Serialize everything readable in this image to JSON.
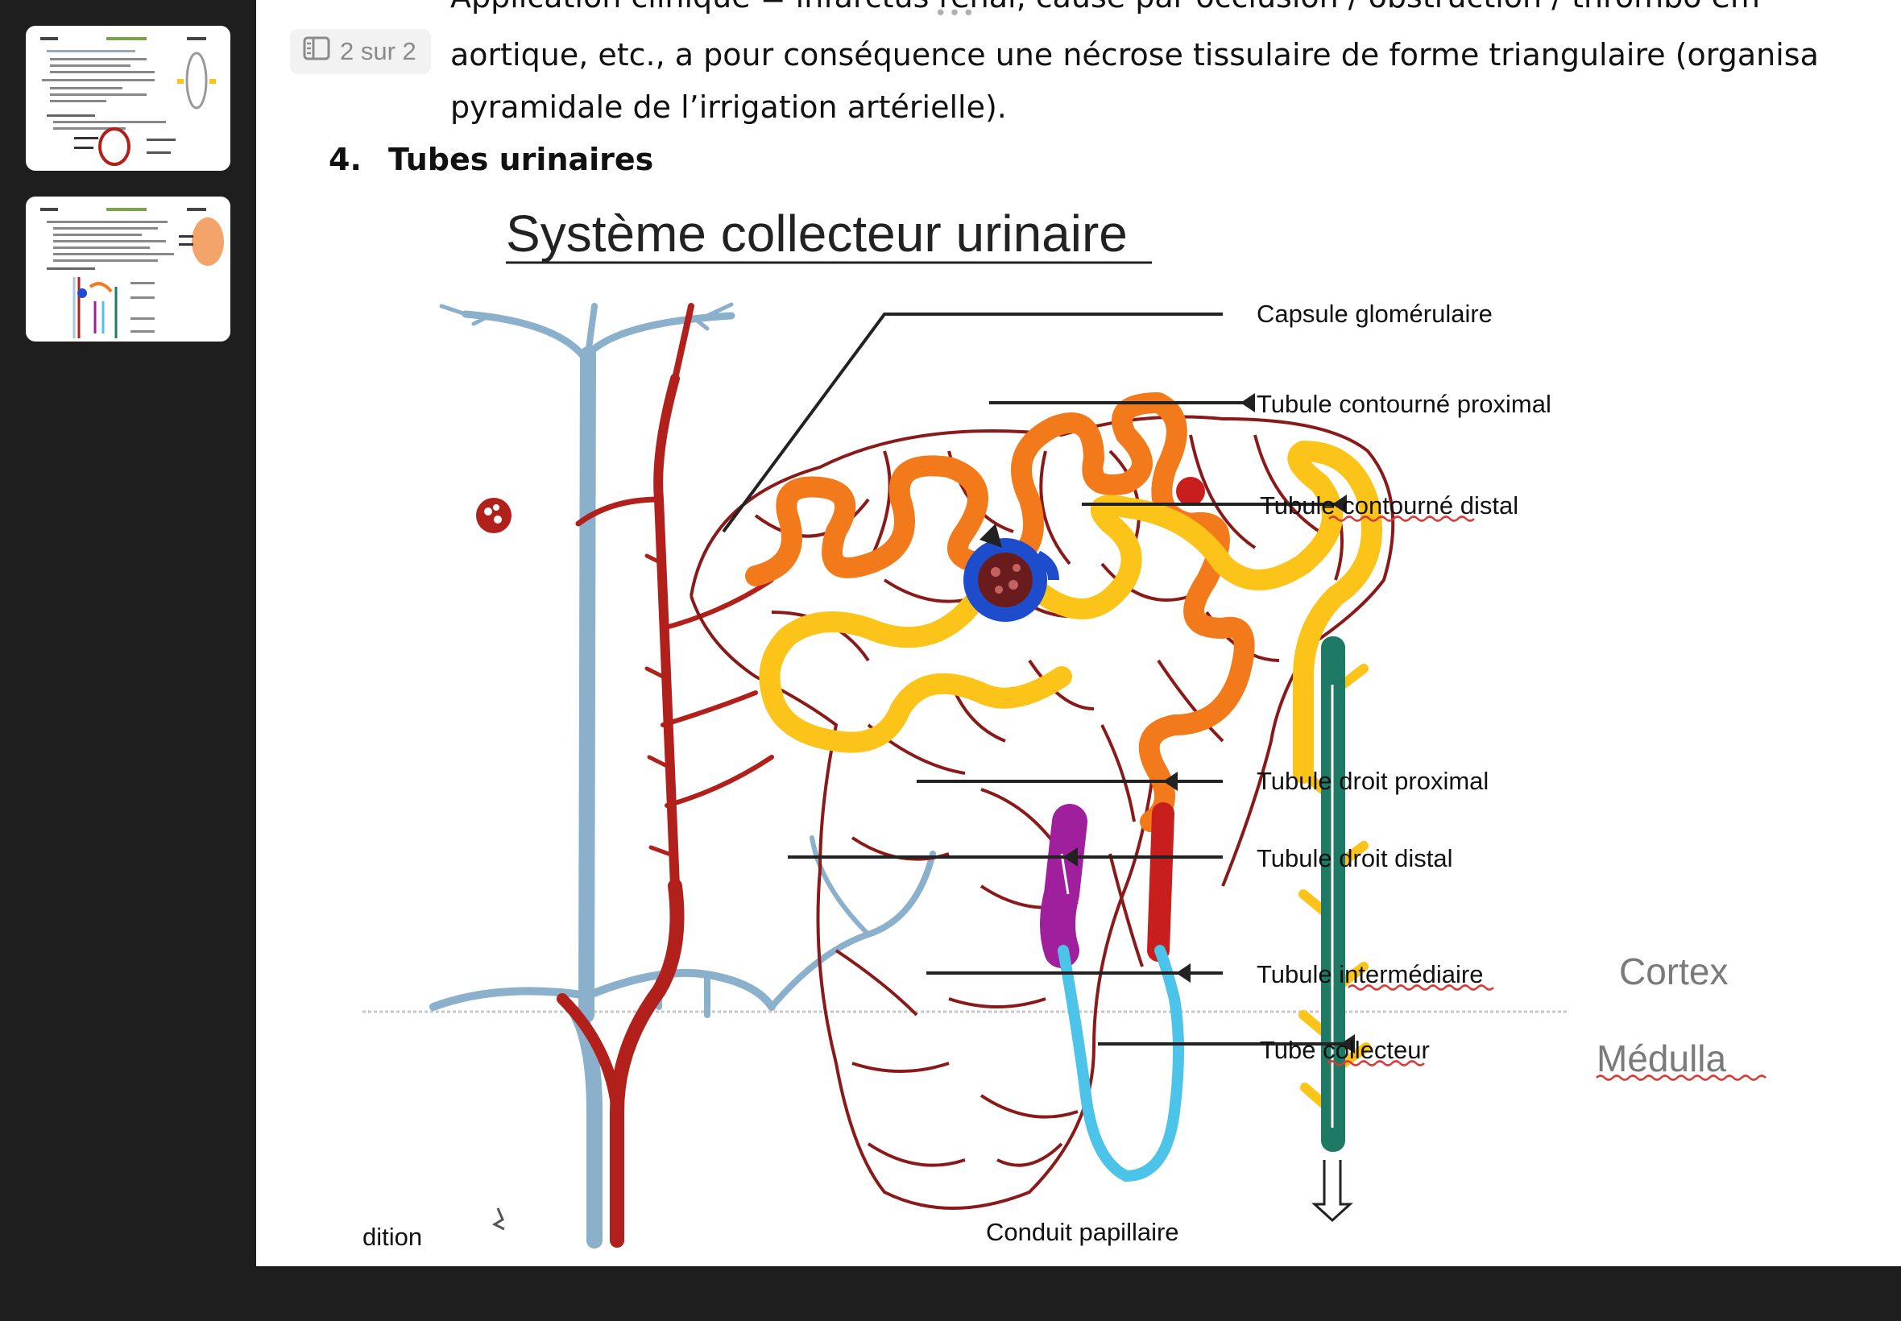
{
  "viewer": {
    "page_counter": "2 sur 2",
    "thumbnails": [
      "1",
      "2"
    ]
  },
  "document": {
    "bullet_dash": "-",
    "line1": "Application clinique = infarctus rénal, causé par occlusion / obstruction / thrombo em",
    "line2": "aortique, etc., a pour conséquence une nécrose tissulaire de forme triangulaire (organisa",
    "line3": "pyramidale de l’irrigation artérielle).",
    "heading_number": "4.",
    "heading_text": "Tubes urinaires"
  },
  "figure": {
    "title": "Système collecteur urinaire",
    "labels": {
      "capsule": "Capsule glomérulaire",
      "tcp": "Tubule contourné proximal",
      "tcd": "Tubule contourné distal",
      "tdp": "Tubule droit proximal",
      "tdd": "Tubule droit distal",
      "ti": "Tubule intermédiaire",
      "tc": "Tube collecteur",
      "cp": "Conduit papillaire",
      "edition": "dition"
    },
    "zones": {
      "cortex": "Cortex",
      "medulla": "Médulla"
    }
  },
  "colors": {
    "artery": "#b2201c",
    "vein": "#a9c6dc",
    "capsule": "#1d4ccc",
    "proximal": "#f27a1a",
    "distal": "#fcc419",
    "straight_distal": "#a01f9c",
    "straight_proximal": "#c81e1e",
    "intermediate": "#4cc3e8",
    "collecting": "#1e7a64",
    "capillary": "#8a1a1a"
  }
}
